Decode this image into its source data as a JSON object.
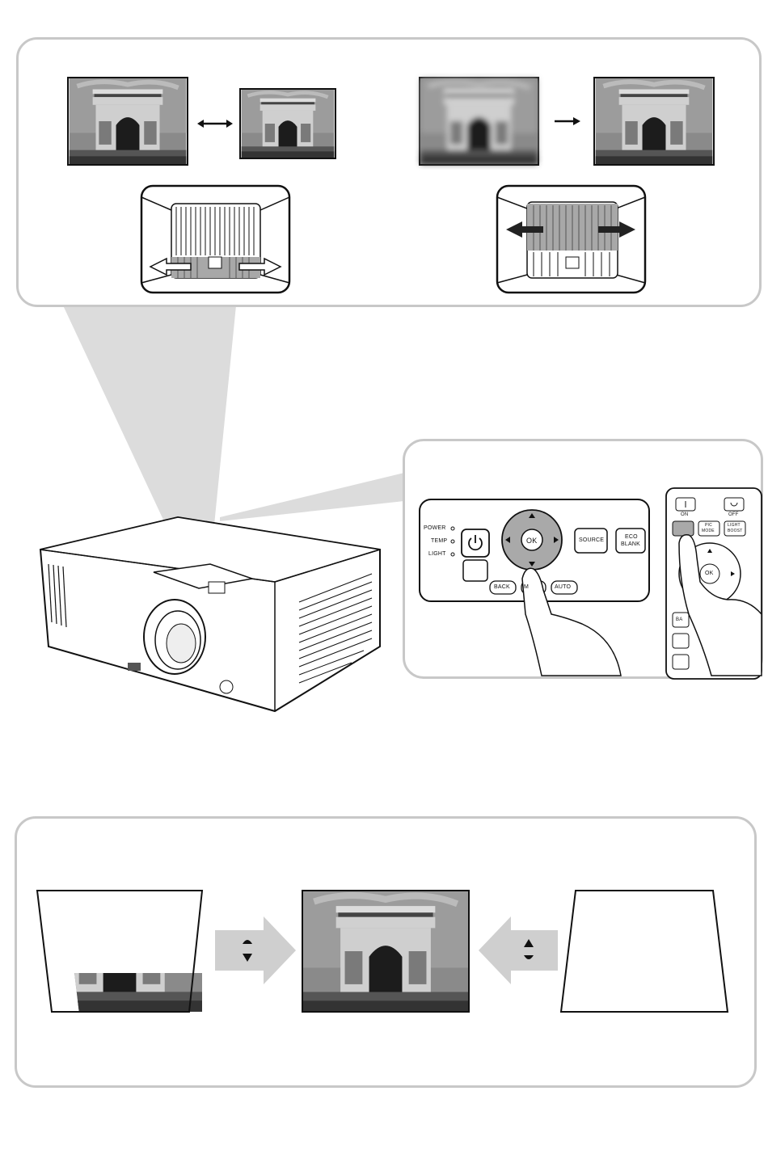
{
  "control_panel": {
    "indicators": [
      "POWER",
      "TEMP",
      "LIGHT"
    ],
    "buttons": {
      "ok": "OK",
      "source": "SOURCE",
      "eco_line1": "ECO",
      "eco_line2": "BLANK",
      "back": "BACK",
      "menu": "M",
      "auto": "AUTO"
    }
  },
  "remote": {
    "on_label": "ON",
    "off_label": "OFF",
    "pic_mode_1": "PIC",
    "pic_mode_2": "MODE",
    "bright_1": "LIGHT",
    "bright_2": "BOOST",
    "ok": "OK",
    "back_partial": "BA"
  },
  "colors": {
    "panel_border": "#c8c8c8",
    "beam": "#d6d6d6",
    "dpad": "#a9a9a9",
    "arrow_fill": "#cfcfcf"
  },
  "icons": [
    "zoom-double-arrow-icon",
    "focus-arrow-icon",
    "power-icon",
    "keystone-up-down-icon"
  ]
}
